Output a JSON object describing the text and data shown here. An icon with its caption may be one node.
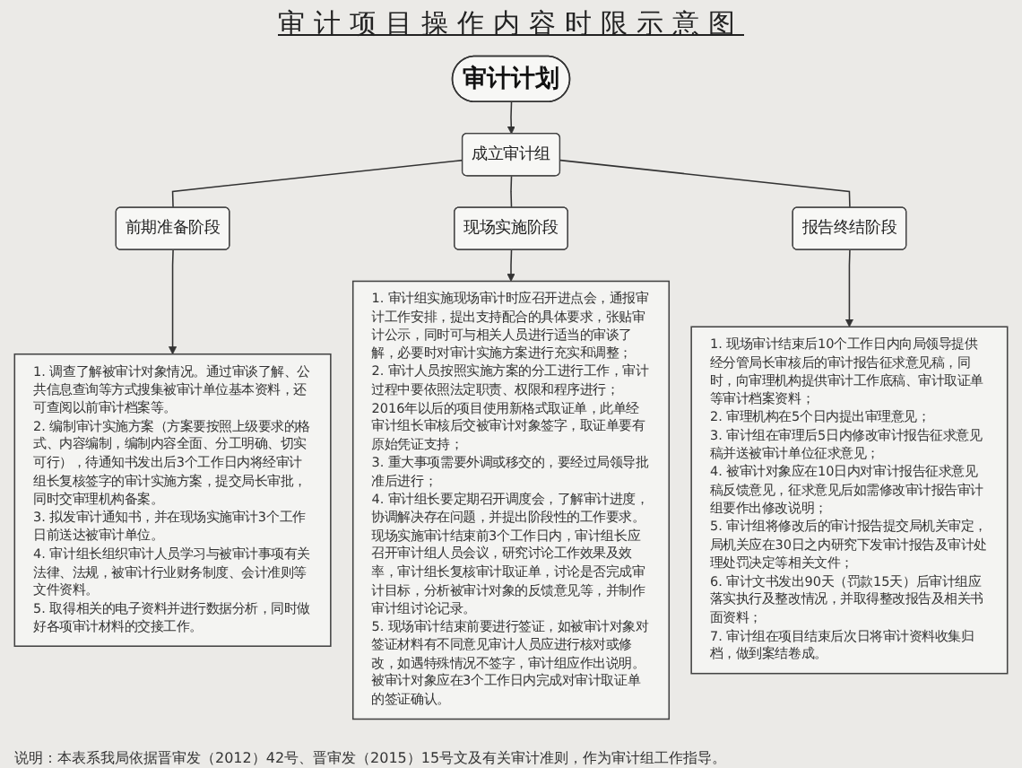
{
  "diagram": {
    "title": "审计项目操作内容时限示意图",
    "caption": "说明：本表系我局依据晋审发（2012）42号、晋审发（2015）15号文及有关审计准则，作为审计组工作指导。",
    "nodes": [
      {
        "text": [
          "审计计划"
        ]
      },
      {
        "text": [
          "成立审计组"
        ]
      },
      {
        "text": [
          "前期准备阶段"
        ]
      },
      {
        "text": [
          "现场实施阶段"
        ]
      },
      {
        "text": [
          "报告终结阶段"
        ]
      },
      {
        "text": [
          "1. 调查了解被审计对象情况。通过审谈了解、公共信息查询等方式搜集被审计单位基本资料，还可查阅以前审计档案等。",
          "2. 编制审计实施方案（方案要按照上级要求的格式、内容编制，编制内容全面、分工明确、切实可行），待通知书发出后3个工作日内将经审计组长复核签字的审计实施方案，提交局长审批，同时交审理机构备案。",
          "3. 拟发审计通知书，并在现场实施审计3个工作日前送达被审计单位。",
          "4. 审计组长组织审计人员学习与被审计事项有关法律、法规，被审计行业财务制度、会计准则等文件资料。",
          "5. 取得相关的电子资料并进行数据分析，同时做好各项审计材料的交接工作。"
        ]
      },
      {
        "text": [
          "1. 审计组实施现场审计时应召开进点会，通报审计工作安排，提出支持配合的具体要求，张贴审计公示，同时可与相关人员进行适当的审谈了解，必要时对审计实施方案进行充实和调整；",
          "2. 审计人员按照实施方案的分工进行工作，审计过程中要依照法定职责、权限和程序进行；2016年以后的项目使用新格式取证单，此单经审计组长审核后交被审计对象签字，取证单要有原始凭证支持；",
          "3. 重大事项需要外调或移交的，要经过局领导批准后进行；",
          "4. 审计组长要定期召开调度会，了解审计进度，协调解决存在问题，并提出阶段性的工作要求。现场实施审计结束前3个工作日内，审计组长应召开审计组人员会议，研究讨论工作效果及效率，审计组长复核审计取证单，讨论是否完成审计目标，分析被审计对象的反馈意见等，并制作审计组讨论记录。",
          "5. 现场审计结束前要进行签证，如被审计对象对签证材料有不同意见审计人员应进行核对或修改，如遇特殊情况不签字，审计组应作出说明。被审计对象应在3个工作日内完成对审计取证单的签证确认。"
        ]
      },
      {
        "text": [
          "1. 现场审计结束后10个工作日内向局领导提供经分管局长审核后的审计报告征求意见稿，同时，向审理机构提供审计工作底稿、审计取证单等审计档案资料；",
          "2. 审理机构在5个日内提出审理意见；",
          "3. 审计组在审理后5日内修改审计报告征求意见稿并送被审计单位征求意见；",
          "4. 被审计对象应在10日内对审计报告征求意见稿反馈意见，征求意见后如需修改审计报告审计组要作出修改说明；",
          "5. 审计组将修改后的审计报告提交局机关审定，局机关应在30日之内研究下发审计报告及审计处理处罚决定等相关文件；",
          "6. 审计文书发出90天（罚款15天）后审计组应落实执行及整改情况，并取得整改报告及相关书面资料；",
          "7. 审计组在项目结束后次日将审计资料收集归档，做到案结卷成。"
        ]
      }
    ],
    "edges": [
      {
        "from": 0,
        "to": 1,
        "arrow": "to"
      },
      {
        "from": 1,
        "to": 2,
        "arrow": "none"
      },
      {
        "from": 1,
        "to": 3,
        "arrow": "none"
      },
      {
        "from": 1,
        "to": 4,
        "arrow": "none"
      },
      {
        "from": 2,
        "to": 5,
        "arrow": "to"
      },
      {
        "from": 3,
        "to": 6,
        "arrow": "to"
      },
      {
        "from": 4,
        "to": 7,
        "arrow": "to"
      }
    ]
  }
}
